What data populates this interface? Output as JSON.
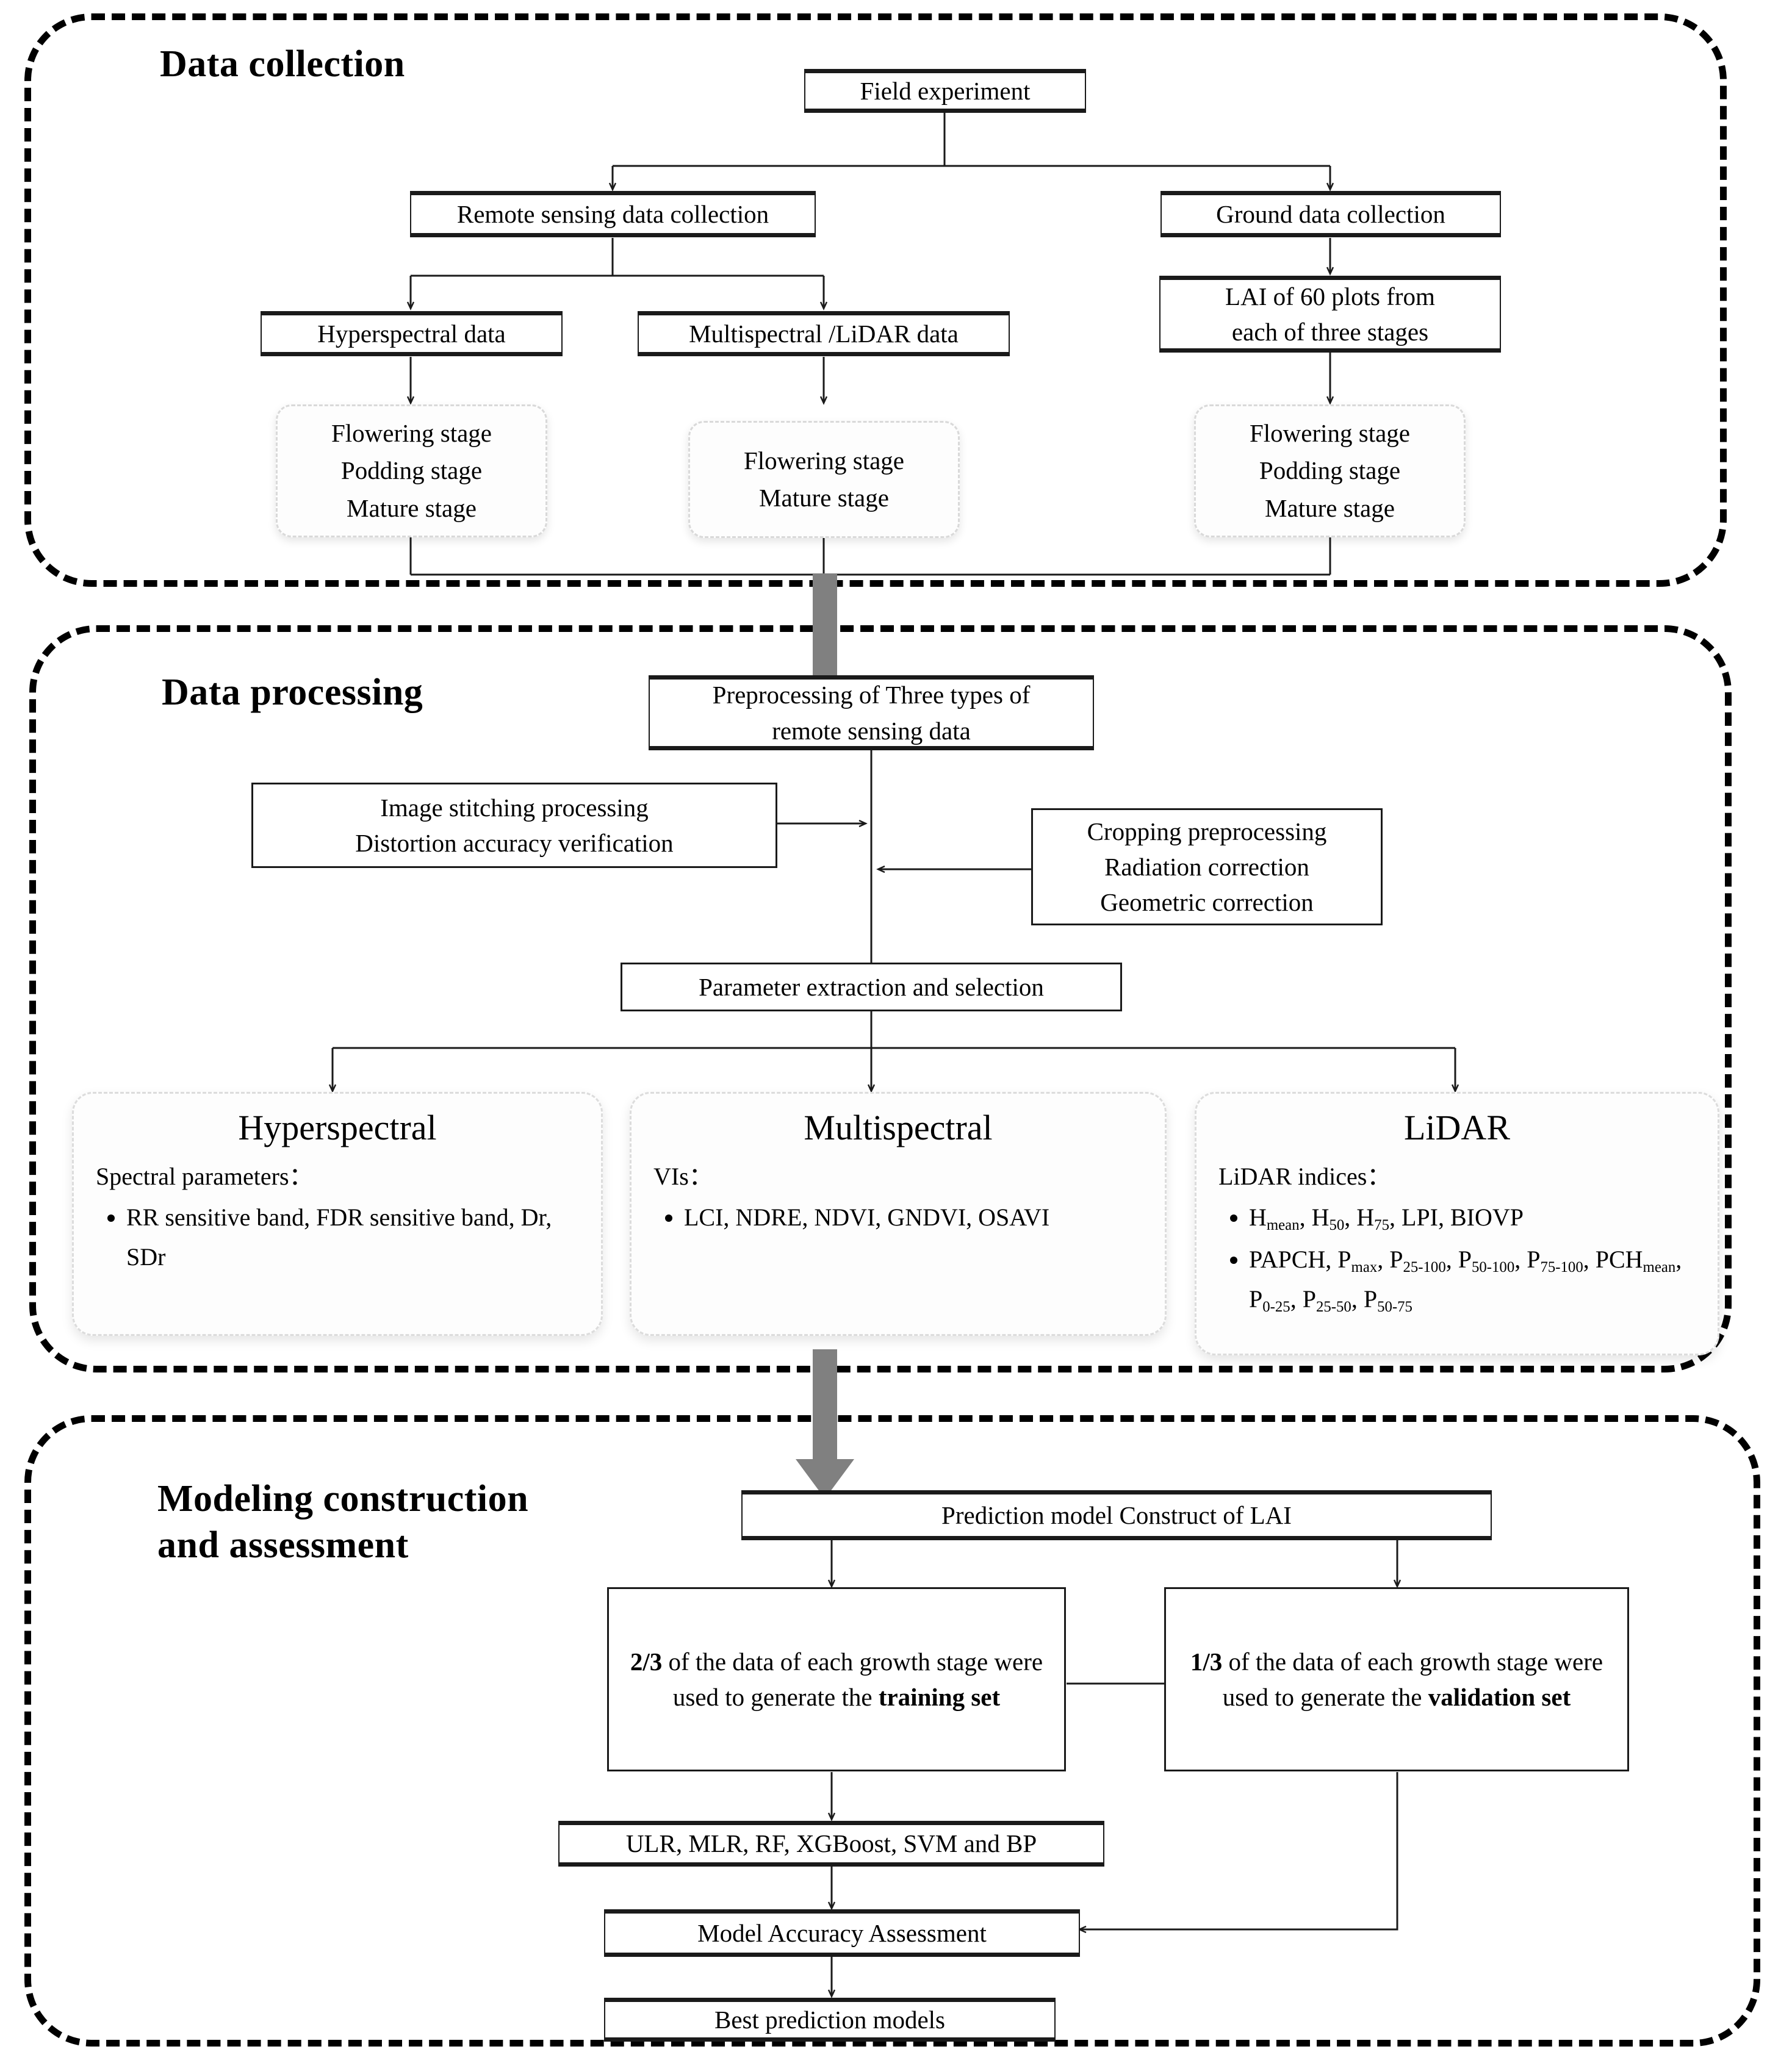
{
  "figure": {
    "type": "flowchart",
    "orientation": "top-to-bottom",
    "sections": 3
  },
  "sections": {
    "data_collection": {
      "title": "Data collection",
      "nodes": {
        "field_experiment": "Field experiment",
        "remote_sensing": "Remote sensing data collection",
        "ground_data": "Ground data collection",
        "hyperspectral_data": "Hyperspectral data",
        "multispectral_lidar_data": "Multispectral /LiDAR data",
        "lai_plots": "LAI of 60 plots from\neach of three stages",
        "stages_hyper": "Flowering stage\nPodding stage\nMature stage",
        "stages_multi": "Flowering stage\nMature stage",
        "stages_ground": "Flowering stage\nPodding stage\nMature stage"
      }
    },
    "data_processing": {
      "title": "Data processing",
      "nodes": {
        "preprocessing": "Preprocessing of Three types of\nremote sensing data",
        "stitching": "Image stitching processing\nDistortion accuracy verification",
        "cropping": "Cropping preprocessing\nRadiation correction\nGeometric correction",
        "parameter_extraction": "Parameter extraction and selection"
      },
      "panels": [
        {
          "title": "Hyperspectral",
          "subtitle": "Spectral parameters：",
          "items": [
            "RR sensitive band, FDR sensitive band, Dr, SDr"
          ]
        },
        {
          "title": "Multispectral",
          "subtitle": "VIs：",
          "items": [
            "LCI, NDRE, NDVI, GNDVI, OSAVI"
          ]
        },
        {
          "title": "LiDAR",
          "subtitle": "LiDAR indices：",
          "items": [
            "H_mean, H_50, H_75, LPI, BIOVP",
            "PAPCH, P_max, P_25-100, P_50-100, P_75-100, PCH_mean, P_0-25, P_25-50, P_50-75"
          ]
        }
      ]
    },
    "modeling": {
      "title": "Modeling construction\nand assessment",
      "nodes": {
        "prediction_model": "Prediction model Construct of LAI",
        "training_split_lead": "2/3",
        "training_split_body": " of the data of each growth stage were used to generate the ",
        "training_split_tail": "training set",
        "validation_split_lead": "1/3",
        "validation_split_body": " of the data of each growth stage were used to generate the ",
        "validation_split_tail": "validation set",
        "algorithms": "ULR, MLR, RF, XGBoost, SVM and BP",
        "accuracy": "Model Accuracy Assessment",
        "best_models": "Best prediction models"
      }
    }
  },
  "colors": {
    "stroke": "#1a1a1a",
    "arrow_gray": "#808080",
    "card_border": "#d9d9d9",
    "background": "#ffffff"
  }
}
